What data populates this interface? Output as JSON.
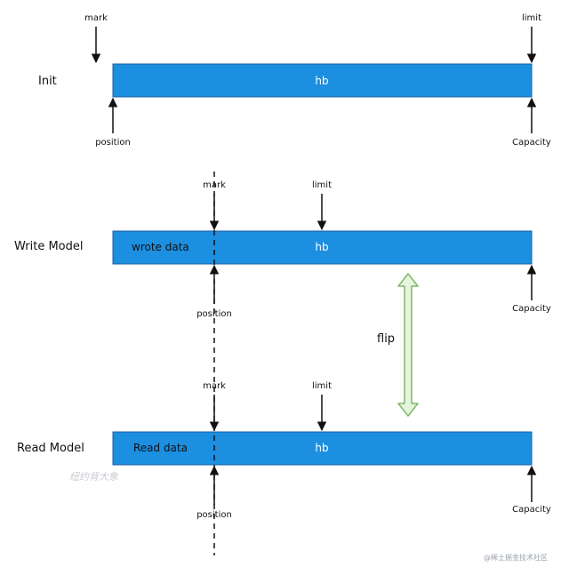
{
  "colors": {
    "bar": "#1c8fe0",
    "bar_border": "#1a5fa0",
    "flip_fill": "#e6f5dd",
    "flip_stroke": "#7fb86a"
  },
  "init": {
    "title": "Init",
    "mark": "mark",
    "limit": "limit",
    "hb": "hb",
    "position": "position",
    "capacity": "Capacity"
  },
  "write": {
    "title": "Write Model",
    "mark": "mark",
    "limit": "limit",
    "data": "wrote data",
    "hb": "hb",
    "position": "position",
    "capacity": "Capacity"
  },
  "read": {
    "title": "Read Model",
    "mark": "mark",
    "limit": "limit",
    "data": "Read data",
    "hb": "hb",
    "position": "position",
    "capacity": "Capacity"
  },
  "flip": {
    "label": "flip"
  },
  "watermark": {
    "text": "纽约背大象",
    "corner": "@稀土掘金技术社区"
  }
}
